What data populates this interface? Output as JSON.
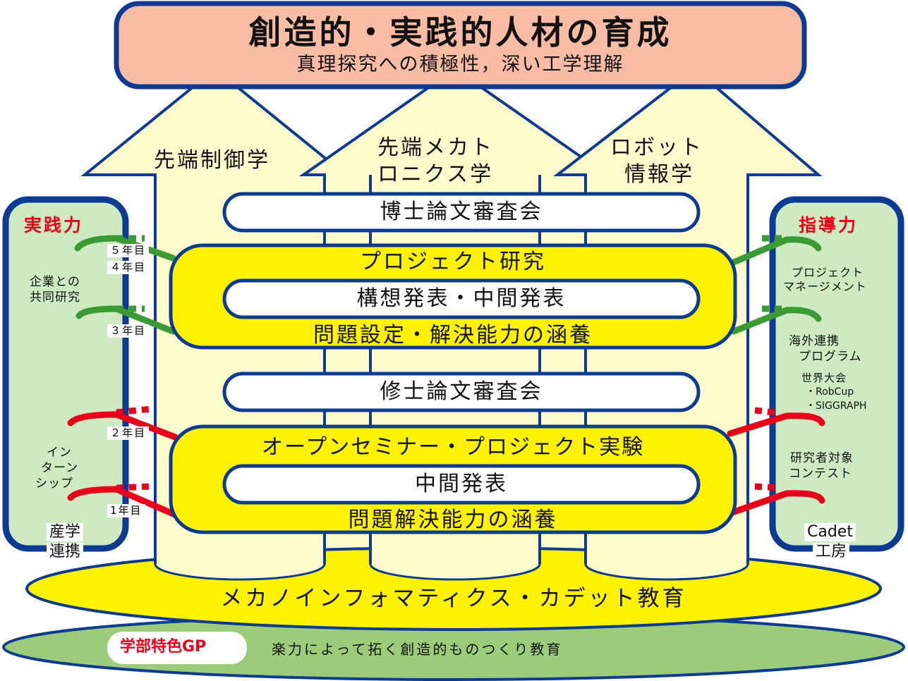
{
  "header": {
    "title": "創造的・実践的人材の育成",
    "subtitle": "真理探究への積極性，深い工学理解"
  },
  "fields": [
    {
      "line1": "先端制御学",
      "line2": ""
    },
    {
      "line1": "先端メカト",
      "line2": "ロニクス学"
    },
    {
      "line1": "ロボット",
      "line2": "情報学"
    }
  ],
  "boxes": {
    "doctor_review": "博士論文審査会",
    "project_research": "プロジェクト研究",
    "plan_midterm": "構想発表・中間発表",
    "problem_solving_doctor": "問題設定・解決能力の涵養",
    "master_review": "修士論文審査会",
    "open_seminar": "オープンセミナー・プロジェクト実験",
    "midterm": "中間発表",
    "problem_solving_master": "問題解決能力の涵養"
  },
  "years": {
    "y5": "５年目",
    "y4": "４年目",
    "y3": "３年目",
    "y2": "２年目",
    "y1": "1年目"
  },
  "left_pillar": {
    "title": "実践力",
    "joint_research": [
      "企業との",
      "共同研究"
    ],
    "internship": [
      "イン",
      "ターン",
      "シップ"
    ],
    "base": [
      "産学",
      "連携"
    ]
  },
  "right_pillar": {
    "title": "指導力",
    "project_management": [
      "プロジェクト",
      "マネージメント"
    ],
    "overseas": [
      "海外連携",
      "プログラム"
    ],
    "world_contest": [
      "世界大会",
      "・RobCup",
      "・SIGGRAPH"
    ],
    "researcher_contest": [
      "研究者対象",
      "コンテスト"
    ],
    "base": [
      "Cadet",
      "工房"
    ]
  },
  "foundation": {
    "cadet_education": "メカノインフォマティクス・カデット教育",
    "gp_badge": "学部特色GP",
    "gp_text": "楽力によって拓く創造的ものつくり教育"
  },
  "colors": {
    "navy": "#0d3b91",
    "salmon": "#f8bba3",
    "cream": "#fdfbcb",
    "yellow": "#fff200",
    "pale_green": "#cdeac0",
    "foundation_green": "#9ccc7a",
    "accent_green": "#3a9a34",
    "accent_red": "#e8001b"
  }
}
